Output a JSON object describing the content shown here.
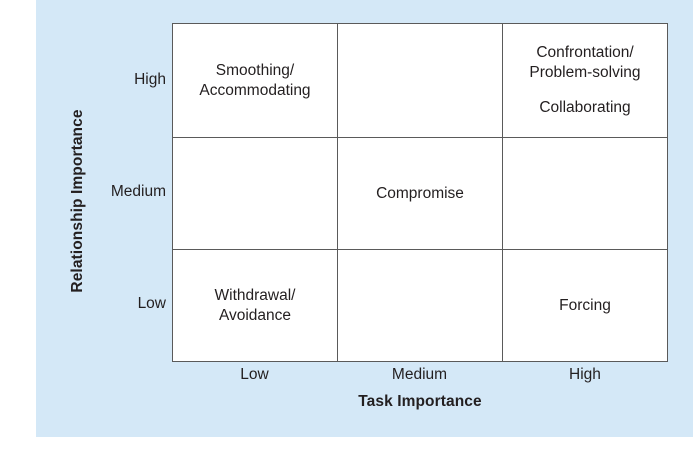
{
  "chart_data": {
    "type": "table",
    "title": "",
    "xlabel": "Task Importance",
    "ylabel": "Relationship Importance",
    "x_categories": [
      "Low",
      "Medium",
      "High"
    ],
    "y_categories": [
      "High",
      "Medium",
      "Low"
    ],
    "grid": true,
    "legend": "none",
    "cells": [
      {
        "row": "High",
        "col": "Low",
        "lines": [
          "Smoothing/",
          "Accommodating"
        ]
      },
      {
        "row": "High",
        "col": "Medium",
        "lines": []
      },
      {
        "row": "High",
        "col": "High",
        "lines": [
          "Confrontation/",
          "Problem-solving",
          "Collaborating"
        ]
      },
      {
        "row": "Medium",
        "col": "Low",
        "lines": []
      },
      {
        "row": "Medium",
        "col": "Medium",
        "lines": [
          "Compromise"
        ]
      },
      {
        "row": "Medium",
        "col": "High",
        "lines": []
      },
      {
        "row": "Low",
        "col": "Low",
        "lines": [
          "Withdrawal/",
          "Avoidance"
        ]
      },
      {
        "row": "Low",
        "col": "Medium",
        "lines": []
      },
      {
        "row": "Low",
        "col": "High",
        "lines": [
          "Forcing"
        ]
      }
    ]
  },
  "axes": {
    "y_title": "Relationship Importance",
    "x_title": "Task Importance",
    "y_ticks": [
      "High",
      "Medium",
      "Low"
    ],
    "x_ticks": [
      "Low",
      "Medium",
      "High"
    ]
  },
  "cells": {
    "high_low_line1": "Smoothing/",
    "high_low_line2": "Accommodating",
    "high_high_line1": "Confrontation/",
    "high_high_line2": "Problem-solving",
    "high_high_line3": "Collaborating",
    "medium_medium_line1": "Compromise",
    "low_low_line1": "Withdrawal/",
    "low_low_line2": "Avoidance",
    "low_high_line1": "Forcing"
  },
  "colors": {
    "panel_background": "#d4e8f7",
    "grid_line": "#5a5a5a",
    "cell_background": "#ffffff",
    "text": "#231f20",
    "page_background": "#ffffff"
  }
}
